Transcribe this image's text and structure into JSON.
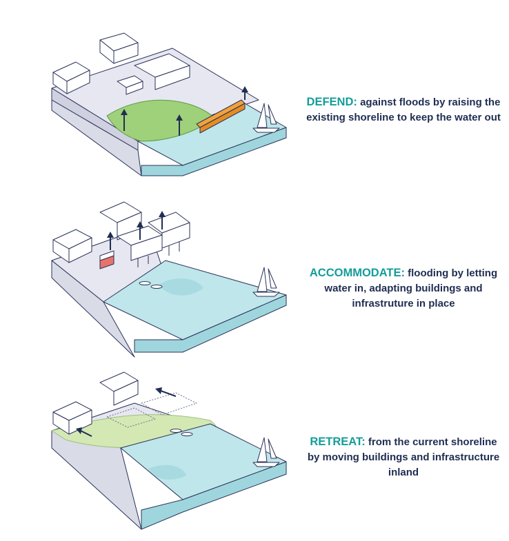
{
  "panels": [
    {
      "keyword": "DEFEND:",
      "text": "against floods by raising the existing shoreline to keep the water out"
    },
    {
      "keyword": "ACCOMMODATE:",
      "text": "flooding by letting water in, adapting buildings and infrastruture in place"
    },
    {
      "keyword": "RETREAT:",
      "text": "from the current shoreline by moving buildings and infrastructure inland"
    }
  ],
  "colors": {
    "keyword": "#139d9a",
    "text": "#1f2d52",
    "water": "#bfe6ea",
    "land": "#e6e7f0",
    "outline": "#2a3159",
    "green": "#9fd07a",
    "seawall": "#f2a23a",
    "raised_building": "#e8736b"
  },
  "icons": [
    "up-arrow-icon",
    "left-arrow-icon",
    "sailboat-icon",
    "kayak-icon"
  ]
}
